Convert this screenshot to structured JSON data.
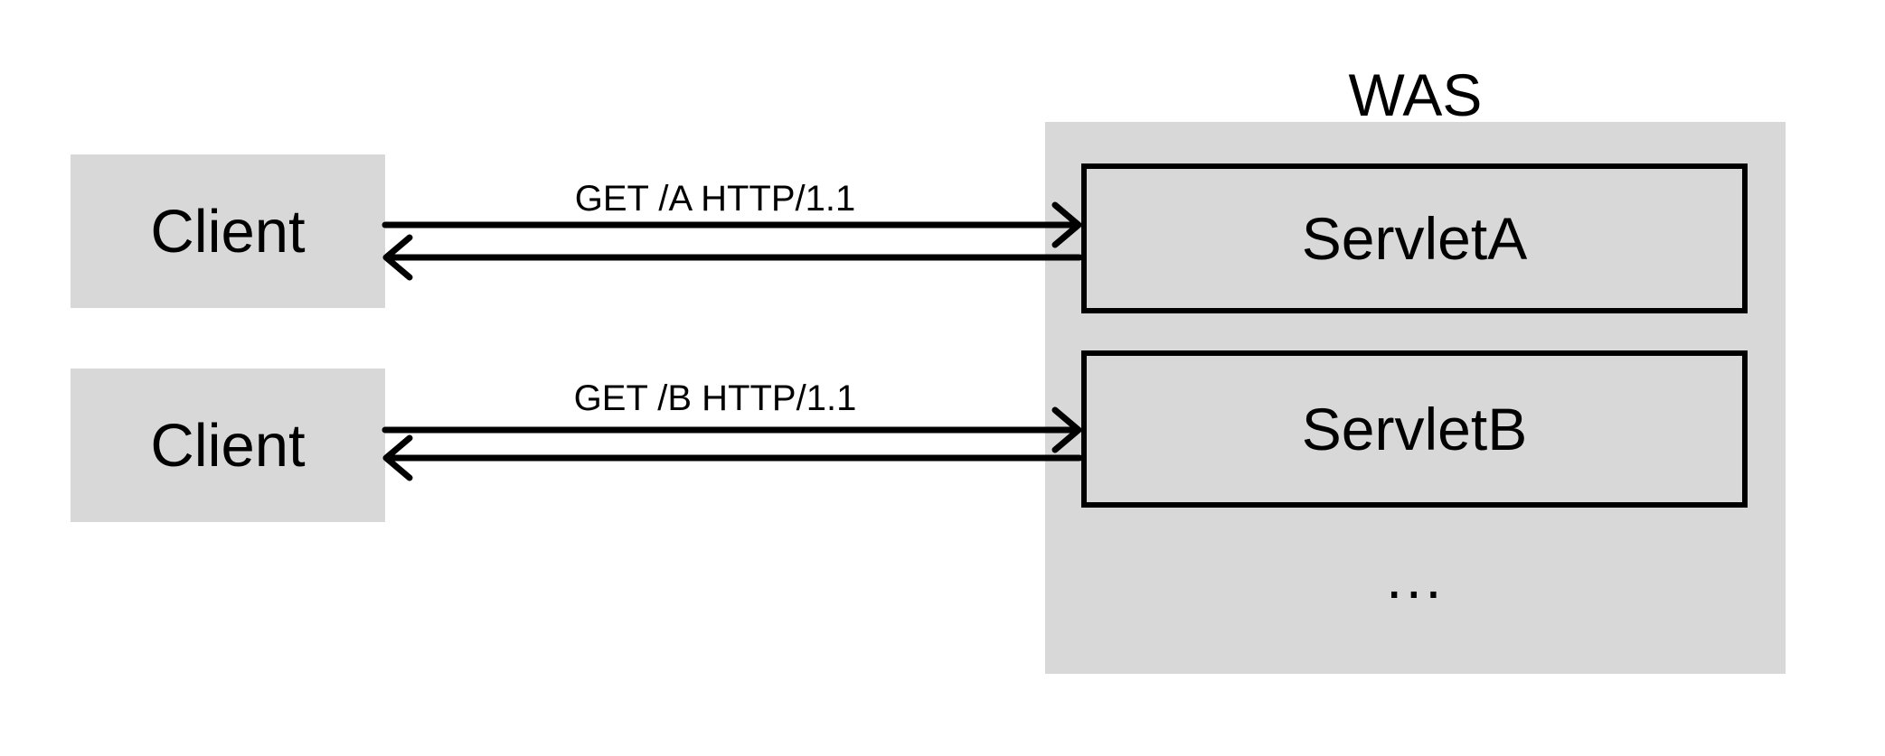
{
  "diagram": {
    "colors": {
      "background": "#ffffff",
      "box_fill": "#d8d8d8",
      "line": "#000000",
      "text": "#000000"
    },
    "clients": [
      {
        "label": "Client"
      },
      {
        "label": "Client"
      }
    ],
    "server": {
      "title": "WAS",
      "servlets": [
        {
          "label": "ServletA"
        },
        {
          "label": "ServletB"
        }
      ],
      "more_label": "..."
    },
    "messages": [
      {
        "label": "GET /A HTTP/1.1"
      },
      {
        "label": "GET /B HTTP/1.1"
      }
    ]
  }
}
